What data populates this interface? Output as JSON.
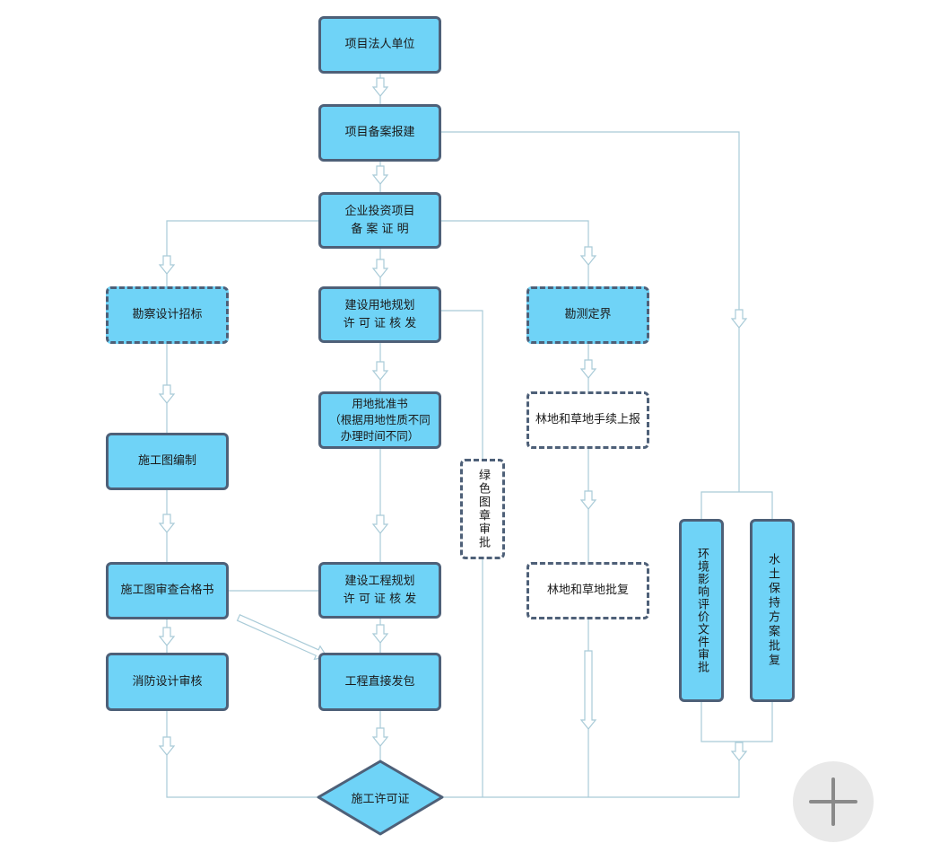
{
  "nodes": {
    "legal_entity": "项目法人单位",
    "filing": "项目备案报建",
    "investment_cert": "企业投资项目\n备 案 证 明",
    "survey_bid": "勘察设计招标",
    "land_permit": "建设用地规划\n许 可 证 核 发",
    "boundary": "勘测定界",
    "land_approval": "用地批准书\n（根据用地性质不同\n办理时间不同）",
    "forest_report": "林地和草地手续上报",
    "drawing_prep": "施工图编制",
    "green_seal": "绿色图章审批",
    "drawing_cert": "施工图审查合格书",
    "project_permit": "建设工程规划\n许 可 证 核 发",
    "forest_approval": "林地和草地批复",
    "env_review": "环境影响评价文件审批",
    "water_soil": "水土保持方案批复",
    "fire_review": "消防设计审核",
    "direct_contract": "工程直接发包",
    "construction_permit": "施工许可证"
  },
  "colors": {
    "node_fill": "#6fd3f7",
    "node_border": "#4e6078",
    "connector": "#a9cbd8",
    "add_button_bg": "#e9e9e9",
    "add_button_icon": "#8a8a8a"
  },
  "add_button_icon": "plus-icon"
}
